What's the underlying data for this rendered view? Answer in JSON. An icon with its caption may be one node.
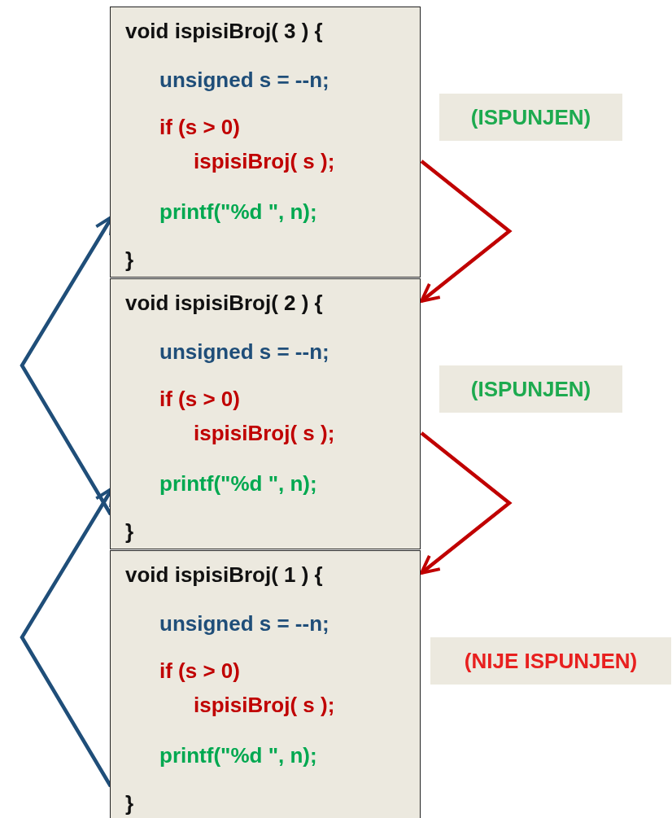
{
  "diagram": {
    "nodes": [
      {
        "text": [
          "void ispisiBroj( 3 ) {",
          "unsigned s = --n;",
          "if (s > 0)",
          "ispisiBroj( s );",
          "printf(\"%d \", n);",
          "}"
        ]
      },
      {
        "text": [
          "void ispisiBroj( 2 ) {",
          "unsigned s = --n;",
          "if (s > 0)",
          "ispisiBroj( s );",
          "printf(\"%d \", n);",
          "}"
        ]
      },
      {
        "text": [
          "void ispisiBroj( 1 ) {",
          "unsigned s = --n;",
          "if (s > 0)",
          "ispisiBroj( s );",
          "printf(\"%d \", n);",
          "}"
        ]
      },
      {
        "text": [
          "(ISPUNJEN)"
        ]
      },
      {
        "text": [
          "(ISPUNJEN)"
        ]
      },
      {
        "text": [
          "(NIJE ISPUNJEN)"
        ]
      }
    ],
    "edges": [
      {
        "from": 0,
        "to": 1,
        "arrow": "to",
        "color": "#c00000"
      },
      {
        "from": 1,
        "to": 2,
        "arrow": "to",
        "color": "#c00000"
      },
      {
        "from": 1,
        "to": 0,
        "arrow": "to",
        "color": "#1f4e79"
      },
      {
        "from": 2,
        "to": 1,
        "arrow": "to",
        "color": "#1f4e79"
      }
    ]
  }
}
